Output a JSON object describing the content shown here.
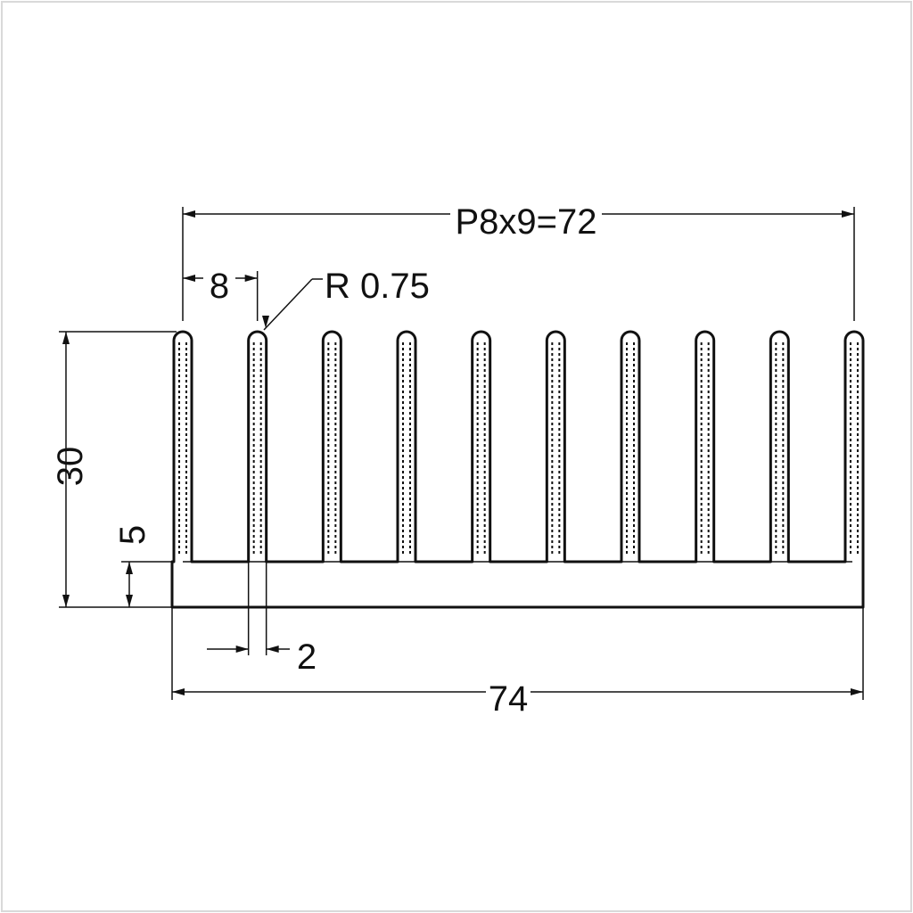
{
  "drawing": {
    "colors": {
      "line": "#111111",
      "frame": "#d9d9d9",
      "background": "#ffffff"
    },
    "heatsink": {
      "fin_count": 10,
      "pitch_mm": 8,
      "fin_thickness_mm": 2,
      "fin_tip_radius_mm": 0.75,
      "overall_width_mm": 74,
      "overall_height_mm": 30,
      "base_thickness_mm": 5
    },
    "labels": {
      "pitch_total": "P8x9=72",
      "pitch": "8",
      "radius": "R 0.75",
      "height": "30",
      "base": "5",
      "fin_thickness": "2",
      "width": "74"
    }
  }
}
